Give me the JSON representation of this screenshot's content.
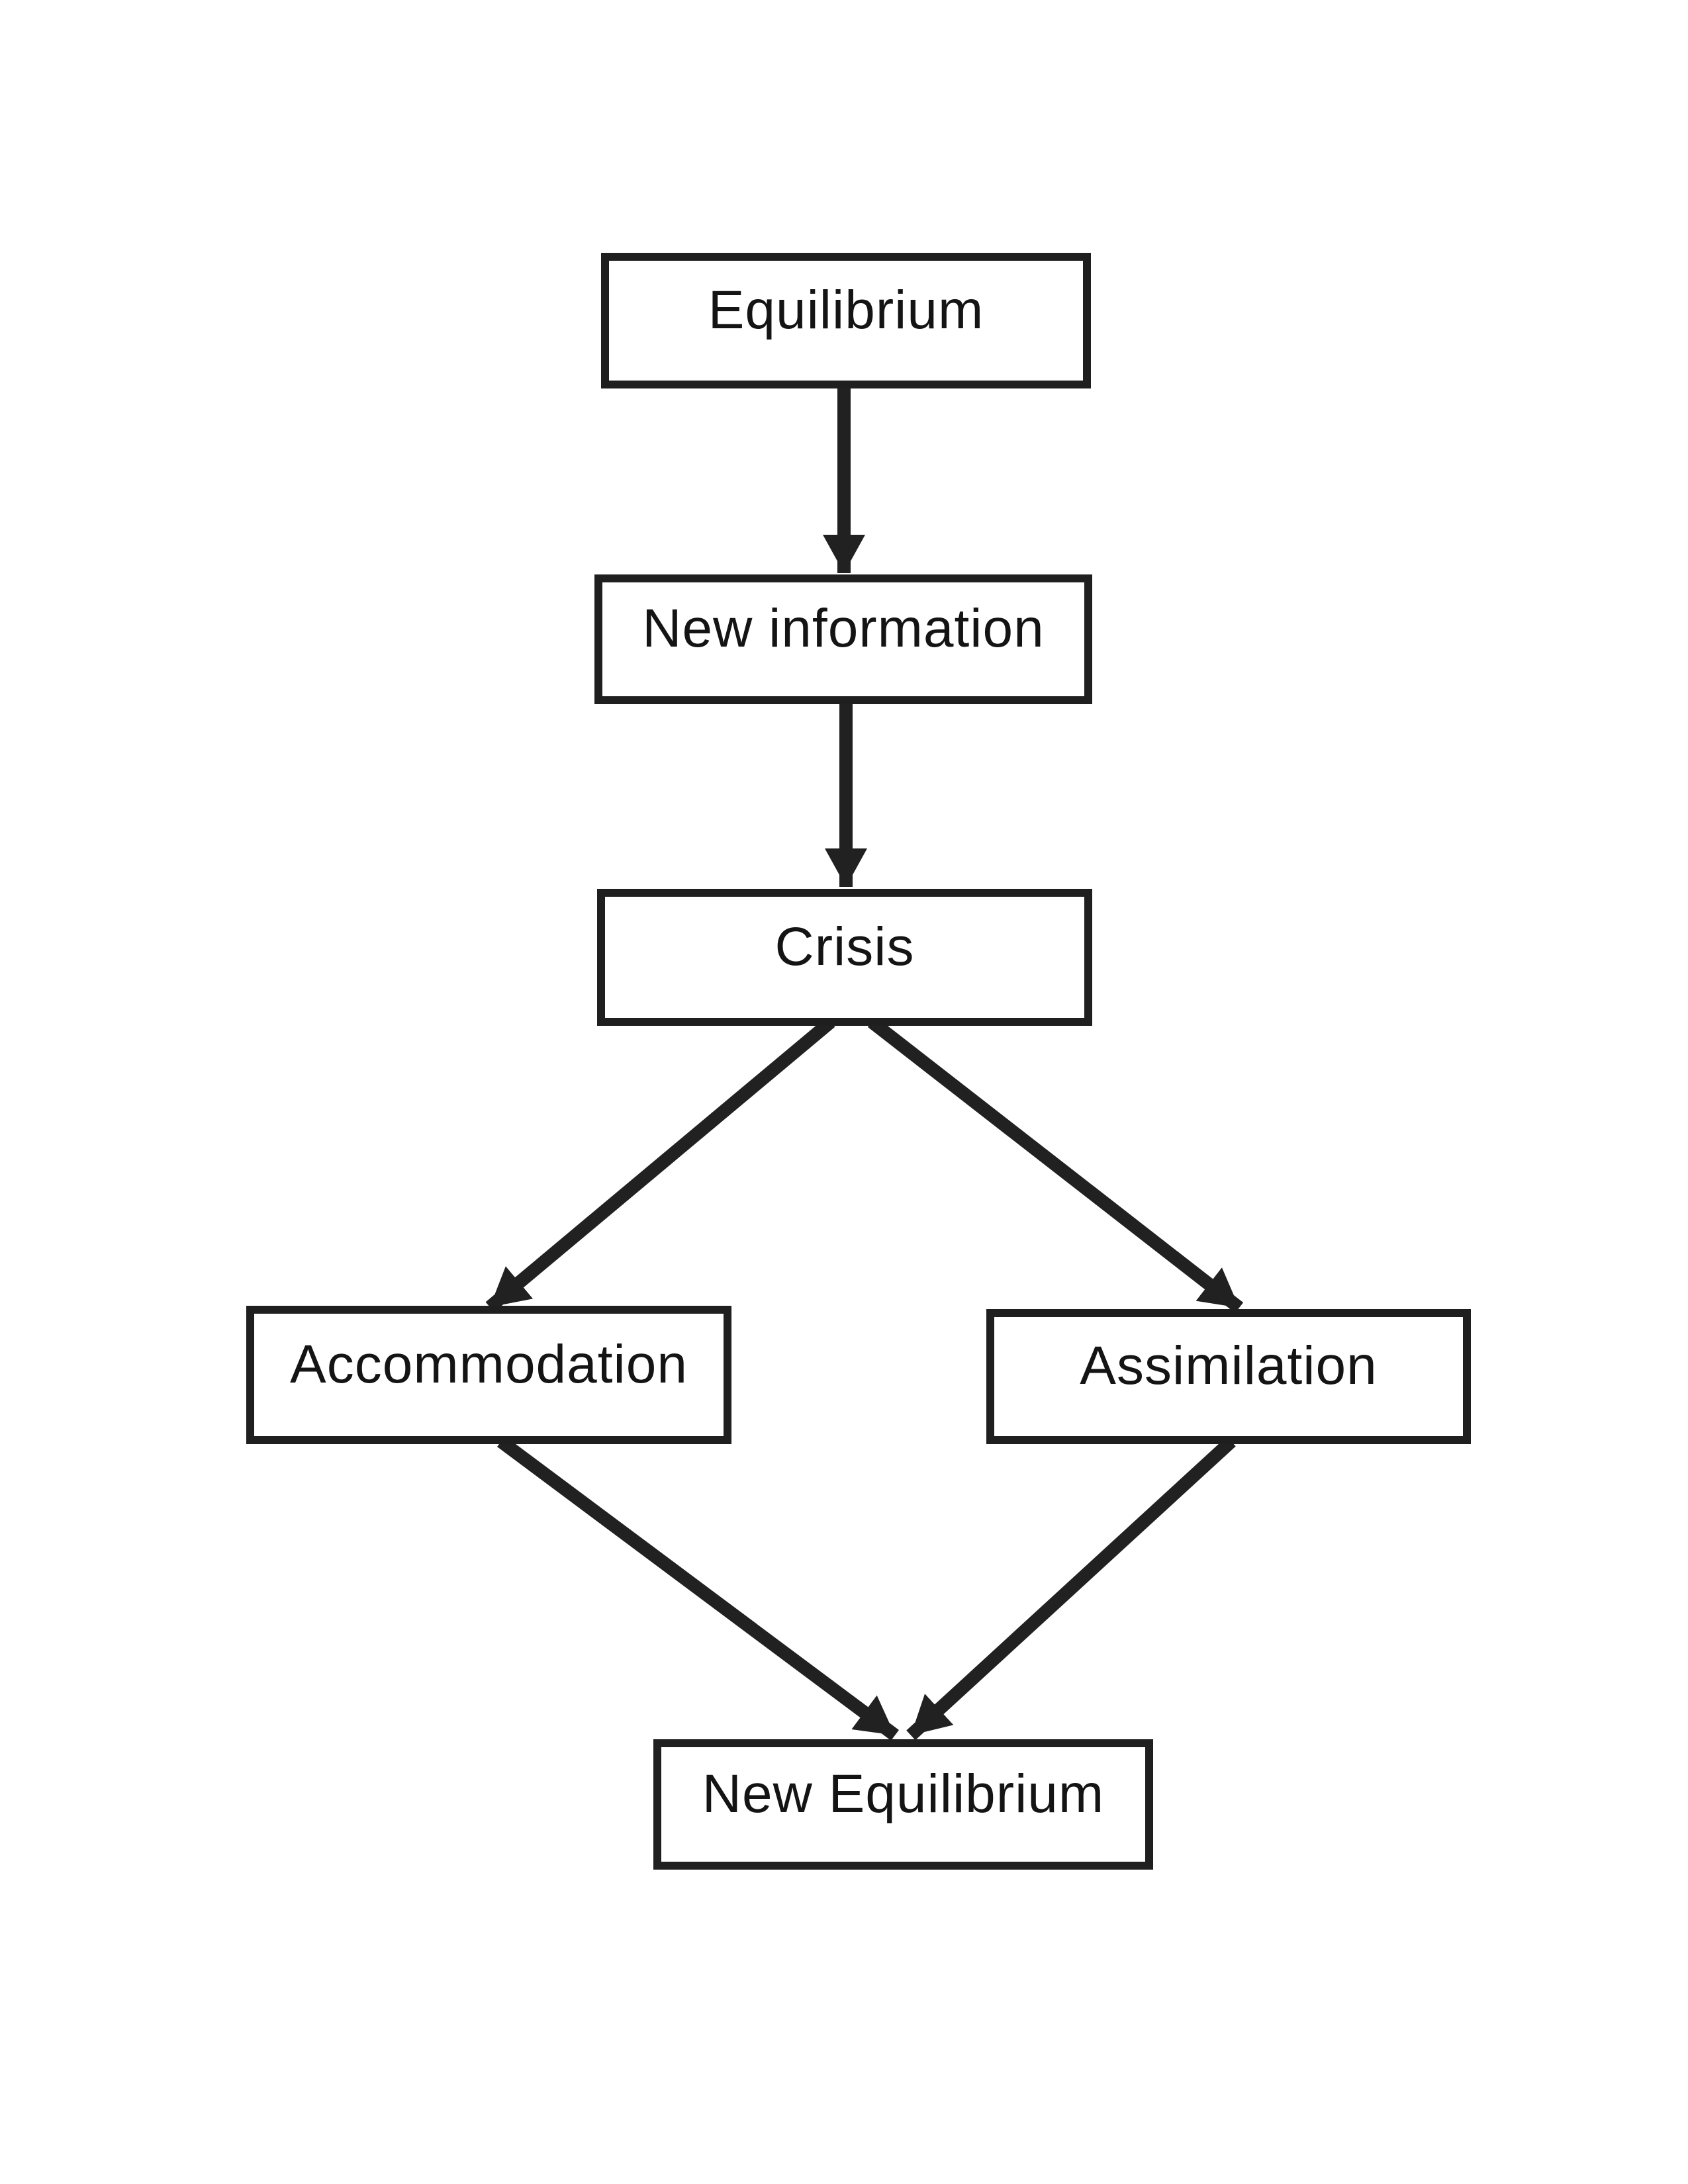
{
  "diagram": {
    "nodes": [
      {
        "id": "equilibrium",
        "label": "Equilibrium"
      },
      {
        "id": "new-information",
        "label": "New information"
      },
      {
        "id": "crisis",
        "label": "Crisis"
      },
      {
        "id": "accommodation",
        "label": "Accommodation"
      },
      {
        "id": "assimilation",
        "label": "Assimilation"
      },
      {
        "id": "new-equilibrium",
        "label": "New Equilibrium"
      }
    ],
    "edges": [
      {
        "from": "Equilibrium",
        "to": "New information"
      },
      {
        "from": "New information",
        "to": "Crisis"
      },
      {
        "from": "Crisis",
        "to": "Accommodation"
      },
      {
        "from": "Crisis",
        "to": "Assimilation"
      },
      {
        "from": "Accommodation",
        "to": "New Equilibrium"
      },
      {
        "from": "Assimilation",
        "to": "New Equilibrium"
      }
    ],
    "colors": {
      "stroke": "#212121",
      "text": "#141414",
      "background": "#ffffff"
    }
  }
}
